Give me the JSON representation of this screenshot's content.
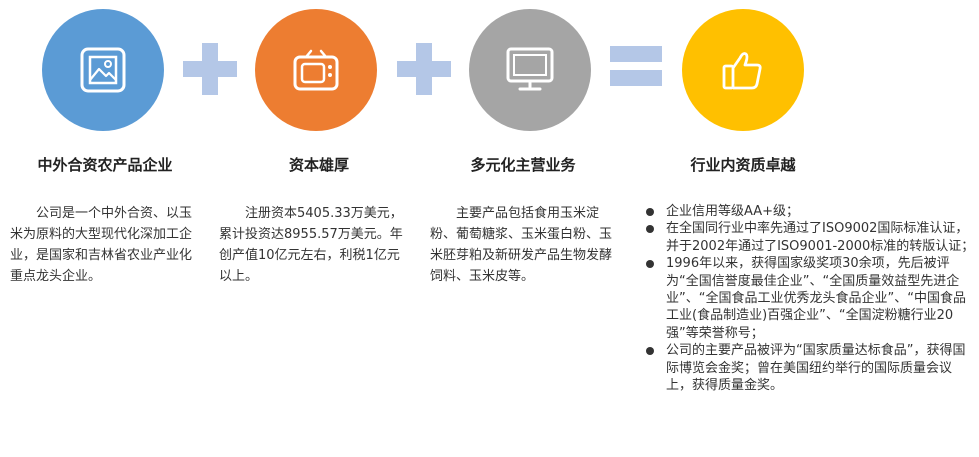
{
  "colors": {
    "blue": "#5b9bd5",
    "orange": "#ed7d31",
    "gray": "#a5a5a5",
    "gold": "#ffc000",
    "operator": "#b4c7e7"
  },
  "items": [
    {
      "icon": "picture-frame-icon",
      "title": "中外合资农产品企业",
      "description": "公司是一个中外合资、以玉米为原料的大型现代化深加工企业，是国家和吉林省农业产业化重点龙头企业。"
    },
    {
      "icon": "retro-tv-icon",
      "title": "资本雄厚",
      "description": "注册资本5405.33万美元，累计投资达8955.57万美元。年创产值10亿元左右，利税1亿元以上。"
    },
    {
      "icon": "monitor-icon",
      "title": "多元化主营业务",
      "description": "主要产品包括食用玉米淀粉、葡萄糖浆、玉米蛋白粉、玉米胚芽粕及新研发产品生物发酵饲料、玉米皮等。"
    },
    {
      "icon": "thumbs-up-icon",
      "title": "行业内资质卓越",
      "bullets": [
        "企业信用等级AA+级；",
        "在全国同行业中率先通过了ISO9002国际标准认证，并于2002年通过了ISO9001-2000标准的转版认证；",
        "1996年以来，获得国家级奖项30余项，先后被评为“全国信誉度最佳企业”、“全国质量效益型先进企业”、“全国食品工业优秀龙头食品企业”、“中国食品工业(食品制造业)百强企业”、“全国淀粉糖行业20强”等荣誉称号；",
        "公司的主要产品被评为“国家质量达标食品”，获得国际博览会金奖；曾在美国纽约举行的国际质量会议上，获得质量金奖。"
      ]
    }
  ]
}
